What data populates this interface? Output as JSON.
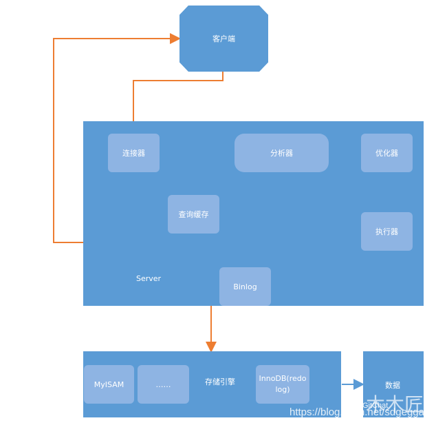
{
  "nodes": {
    "client": "客户端",
    "connector": "连接器",
    "analyzer": "分析器",
    "optimizer": "优化器",
    "query_cache": "查询缓存",
    "executor": "执行器",
    "binlog": "Binlog",
    "myisam": "MyISAM",
    "ellipsis": "……",
    "innodb": "InnoDB(redo log)",
    "data": "数据"
  },
  "labels": {
    "server": "Server",
    "storage_engine": "存储引擎"
  },
  "watermark": {
    "logo": "木木匠",
    "overlay": "GitChat",
    "url": "https://blog.csdn.net/sdgeggaig"
  },
  "colors": {
    "panel": "#5b9bd5",
    "node": "#8eb4e3",
    "arrow": "#ed7d31",
    "data_arrow": "#5b9bd5"
  }
}
